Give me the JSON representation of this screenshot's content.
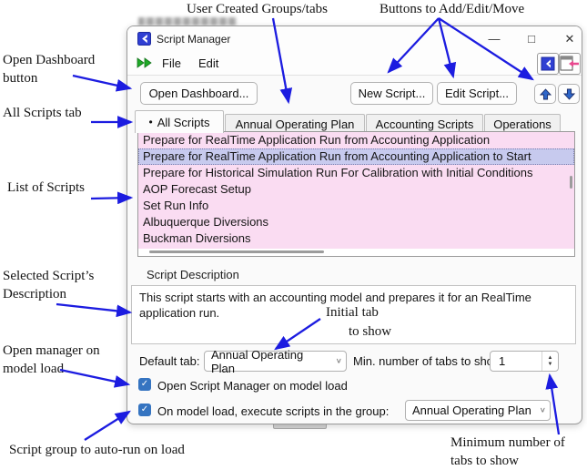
{
  "annotations": {
    "user_created_groups": "User Created Groups/tabs",
    "buttons_add_edit_move": "Buttons to Add/Edit/Move",
    "open_dashboard_line1": "Open Dashboard",
    "open_dashboard_line2": "button",
    "all_scripts_tab": "All Scripts tab",
    "list_of_scripts": "List of Scripts",
    "selected_desc_line1": "Selected Script’s",
    "selected_desc_line2": "Description",
    "open_manager_line1": "Open manager on",
    "open_manager_line2": "model load",
    "script_group_autorun": "Script group to auto-run on load",
    "initial_tab_line1": "Initial tab",
    "initial_tab_line2": "to show",
    "min_tabs_line1": "Minimum number of",
    "min_tabs_line2": "tabs to show"
  },
  "window": {
    "title": "Script Manager",
    "controls": {
      "minimize": "—",
      "maximize": "□",
      "close": "✕"
    },
    "menus": [
      {
        "label": "File"
      },
      {
        "label": "Edit"
      }
    ],
    "toolbar": {
      "open_dashboard": "Open Dashboard...",
      "new_script": "New Script...",
      "edit_script": "Edit Script..."
    },
    "tabs": [
      {
        "marker": "•",
        "label": "All Scripts"
      },
      {
        "label": "Annual Operating Plan"
      },
      {
        "label": "Accounting Scripts"
      },
      {
        "label": "Operations"
      }
    ],
    "scripts": [
      {
        "name": "Prepare for RealTime Application Run from Accounting Application"
      },
      {
        "name": "Prepare for RealTime Application Run from Accounting Application to Start"
      },
      {
        "name": "Prepare for Historical Simulation Run For Calibration with Initial Conditions"
      },
      {
        "name": "AOP Forecast Setup"
      },
      {
        "name": "Set Run Info"
      },
      {
        "name": "Albuquerque Diversions"
      },
      {
        "name": "Buckman Diversions"
      }
    ],
    "description": {
      "label": "Script Description",
      "text": "This script starts with an accounting model and prepares it for an RealTime application run."
    },
    "settings": {
      "default_tab_label": "Default tab:",
      "default_tab_value": "Annual Operating Plan",
      "min_tabs_label": "Min. number of tabs to show:",
      "min_tabs_value": "1",
      "open_on_load_label": "Open Script Manager on model load",
      "execute_group_label": "On model load, execute scripts in the group:",
      "execute_group_value": "Annual Operating Plan"
    }
  },
  "icons": {
    "check": "✓",
    "chevron_down": "∨",
    "spin_up": "▲",
    "spin_down": "▼"
  },
  "colors": {
    "annotation_arrow": "#1c1ce0",
    "list_background": "#fadcf2",
    "selection_background": "#c7caee",
    "checkbox_blue": "#3574c1",
    "move_arrow_blue": "#2e66c9",
    "logo_blue": "#2f3fd3",
    "run_icon_green": "#1faa28",
    "dock_arrow_pink": "#e8498f"
  }
}
